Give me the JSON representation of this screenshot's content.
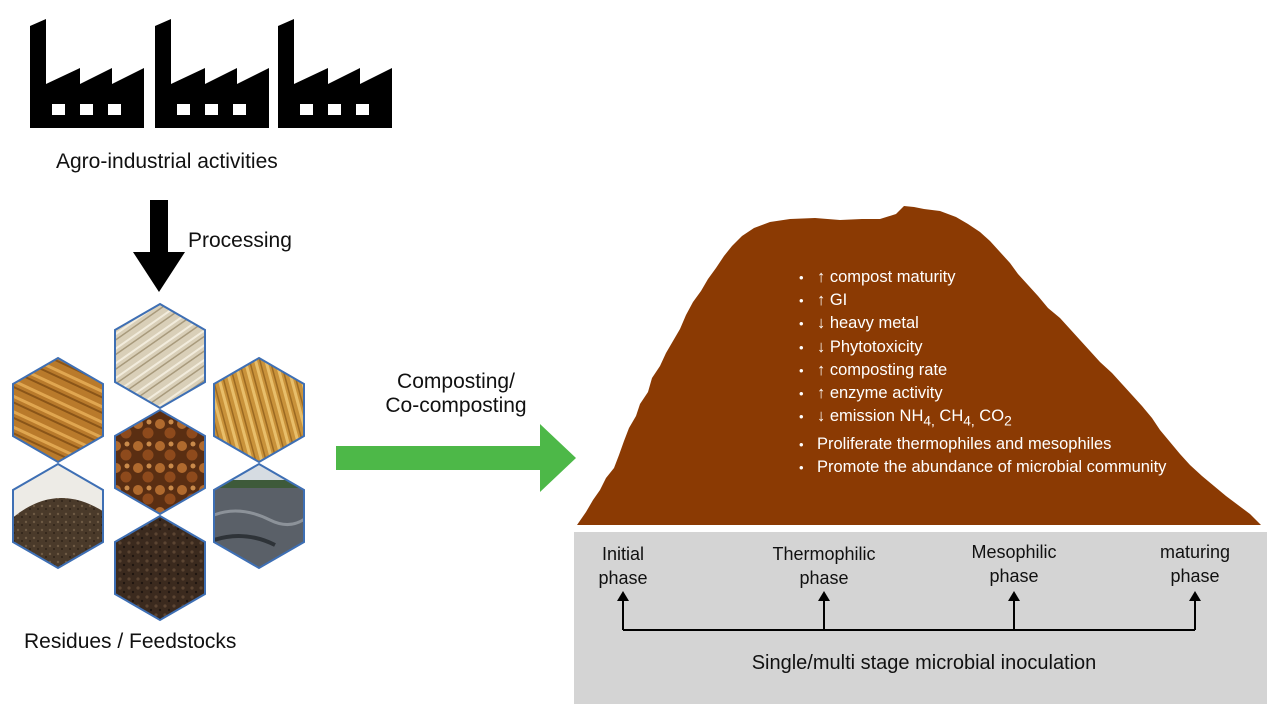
{
  "source": {
    "label": "Agro-industrial activities",
    "icons": [
      "factory-icon",
      "factory-icon",
      "factory-icon"
    ]
  },
  "processing_label": "Processing",
  "feedstocks": {
    "label": "Residues /  Feedstocks",
    "images": [
      "straw",
      "wood-shavings",
      "wheat",
      "dried-fruit-residue",
      "soil-pile",
      "waste-pond",
      "compost-soil"
    ]
  },
  "composting_label": {
    "line1": "Composting/",
    "line2": "Co-composting"
  },
  "compost_effects": [
    "↑ compost maturity",
    "↑ GI",
    "↓ heavy metal",
    "↓ Phytotoxicity",
    "↑ composting rate",
    "↑ enzyme activity",
    {
      "prefix": "↓ emission NH",
      "sub1": "4,",
      "mid": " CH",
      "sub2": "4,",
      "end": " CO",
      "sub3": "2"
    },
    "Proliferate thermophiles and mesophiles",
    "Promote the abundance of microbial community"
  ],
  "phases": [
    {
      "line1": "Initial",
      "line2": "phase"
    },
    {
      "line1": "Thermophilic",
      "line2": "phase"
    },
    {
      "line1": "Mesophilic",
      "line2": "phase"
    },
    {
      "line1": "maturing",
      "line2": "phase"
    }
  ],
  "inoculation_label": "Single/multi stage microbial inoculation",
  "colors": {
    "compost": "#8B3A03",
    "arrow_green": "#4DB848",
    "band": "#D4D4D4",
    "black": "#000000",
    "hex_border": "#3E6FB4"
  }
}
